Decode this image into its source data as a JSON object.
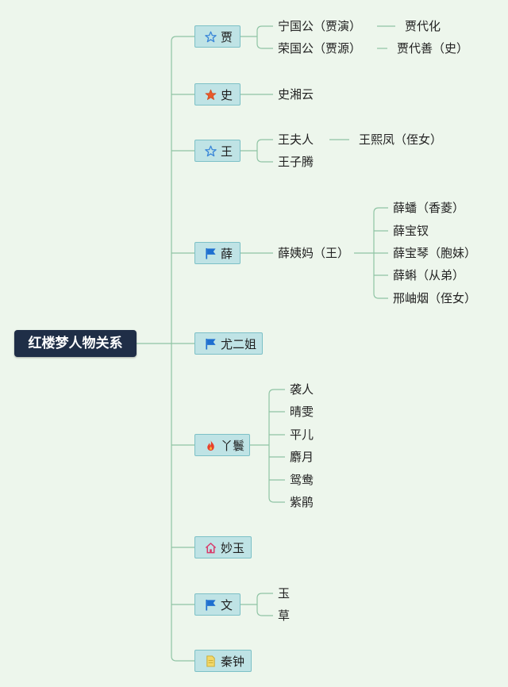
{
  "root": {
    "label": "红楼梦人物关系"
  },
  "colors": {
    "line": "#8fc4a4",
    "root_bg": "#1f2e47",
    "node_bg": "#bfe3e5"
  },
  "branches": [
    {
      "label": "贾",
      "icon": "star-outline-icon",
      "children": [
        {
          "label": "宁国公（贾演）",
          "children": [
            {
              "label": "贾代化"
            }
          ]
        },
        {
          "label": "荣国公（贾源）",
          "children": [
            {
              "label": "贾代善（史）"
            }
          ]
        }
      ]
    },
    {
      "label": "史",
      "icon": "star-filled-icon",
      "children": [
        {
          "label": "史湘云",
          "children": []
        }
      ]
    },
    {
      "label": "王",
      "icon": "star-outline-icon",
      "children": [
        {
          "label": "王夫人",
          "children": [
            {
              "label": "王熙凤（侄女）"
            }
          ]
        },
        {
          "label": "王子腾",
          "children": []
        }
      ]
    },
    {
      "label": "薛",
      "icon": "flag-icon",
      "children": [
        {
          "label": "薛姨妈（王）",
          "children": [
            {
              "label": "薛蟠（香菱）"
            },
            {
              "label": "薛宝钗"
            },
            {
              "label": "薛宝琴（胞妹）"
            },
            {
              "label": "薛蝌（从弟）"
            },
            {
              "label": "邢岫烟（侄女）"
            }
          ]
        }
      ]
    },
    {
      "label": "尤二姐",
      "icon": "flag-icon",
      "children": []
    },
    {
      "label": "丫鬟",
      "icon": "flame-icon",
      "children": [
        {
          "label": "袭人",
          "children": []
        },
        {
          "label": "晴雯",
          "children": []
        },
        {
          "label": "平儿",
          "children": []
        },
        {
          "label": "麝月",
          "children": []
        },
        {
          "label": "鸳鸯",
          "children": []
        },
        {
          "label": "紫鹃",
          "children": []
        }
      ]
    },
    {
      "label": "妙玉",
      "icon": "home-icon",
      "children": []
    },
    {
      "label": "文",
      "icon": "flag-icon",
      "children": [
        {
          "label": "玉",
          "children": []
        },
        {
          "label": "草",
          "children": []
        }
      ]
    },
    {
      "label": "秦钟",
      "icon": "document-icon",
      "children": []
    }
  ]
}
